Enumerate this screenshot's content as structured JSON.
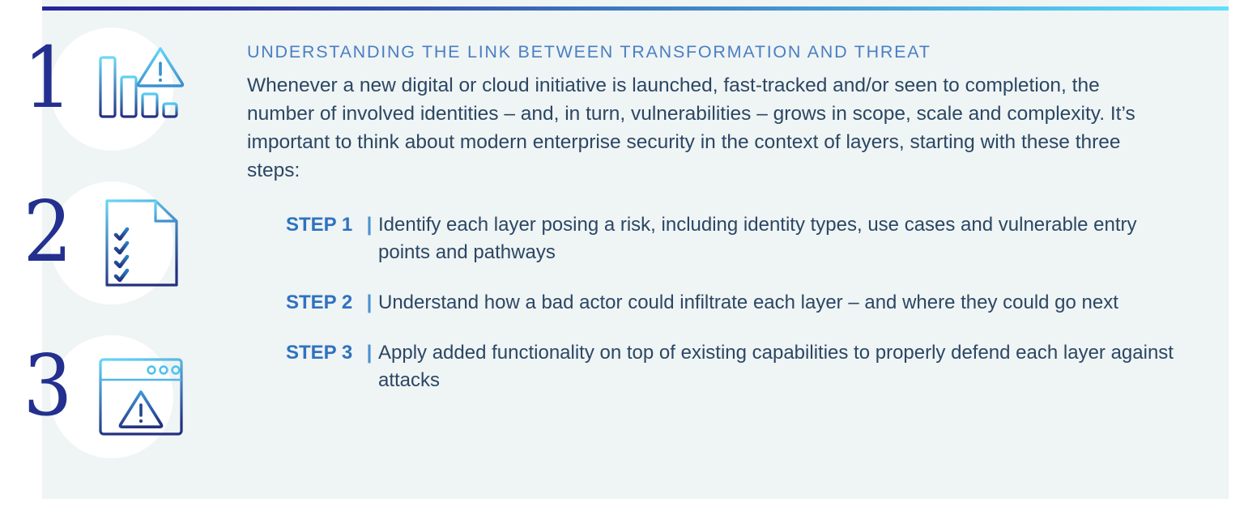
{
  "card": {
    "background_color": "#eff4f5",
    "rule_gradient_from": "#26249c",
    "rule_gradient_to": "#5fe0fb"
  },
  "header": {
    "eyebrow": "UNDERSTANDING THE LINK BETWEEN TRANSFORMATION AND THREAT",
    "eyebrow_color": "#4a7fc1",
    "body": "Whenever a new digital or cloud initiative is launched, fast-tracked and/or seen to completion, the number of involved identities – and, in turn, vulnerabilities – grows in scope, scale and complexity. It’s important to think about modern enterprise security in the context of layers, starting with these three steps:",
    "body_color": "#2b4763"
  },
  "rail": [
    {
      "numeral": "1",
      "icon": "bar-chart-warning-icon"
    },
    {
      "numeral": "2",
      "icon": "checklist-document-icon"
    },
    {
      "numeral": "3",
      "icon": "browser-window-alert-icon"
    }
  ],
  "steps": [
    {
      "label": "STEP 1",
      "separator": "|",
      "text": "Identify each layer posing a risk, including identity types, use cases and vulnerable entry points and pathways"
    },
    {
      "label": "STEP 2",
      "separator": "|",
      "text": "Understand how a bad actor could infiltrate each layer – and where they could go next"
    },
    {
      "label": "STEP 3",
      "separator": "|",
      "text": "Apply added functionality on top of existing capabilities to properly defend each layer against attacks"
    }
  ],
  "colors": {
    "step_label": "#2f72bf",
    "numeral": "#23308f",
    "icon_light": "#56d0f2",
    "icon_dark": "#22307f"
  }
}
